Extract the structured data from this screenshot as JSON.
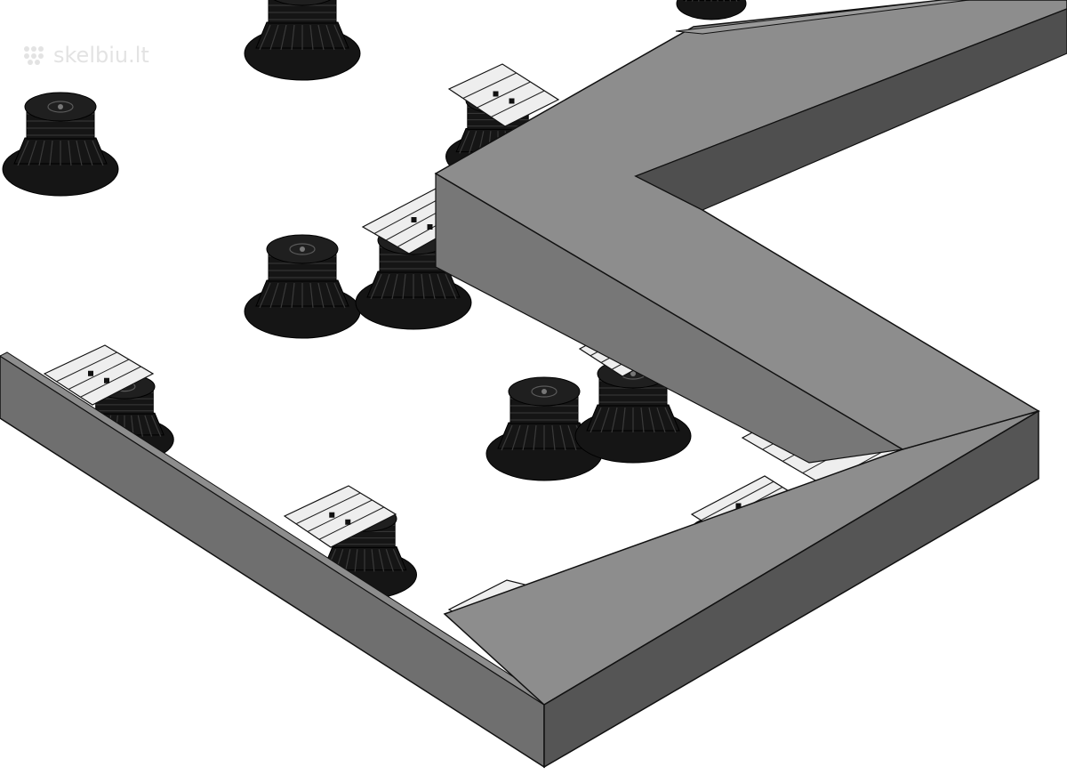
{
  "watermark": {
    "text": "skelbiu.lt",
    "color": "#e3e3e3"
  },
  "colors": {
    "background": "#ffffff",
    "border_top": "#8d8d8d",
    "border_side": "#555555",
    "border_side_left": "#6f6f6f",
    "pedestal": "#151515",
    "pedestal_detail": "#3a3a3a",
    "tile_plate": "#eeeeee",
    "outline": "#111111"
  },
  "scene": {
    "free_pedestal_count": 6,
    "edge_pedestal_count": 8,
    "corner_plate_count": 2
  }
}
